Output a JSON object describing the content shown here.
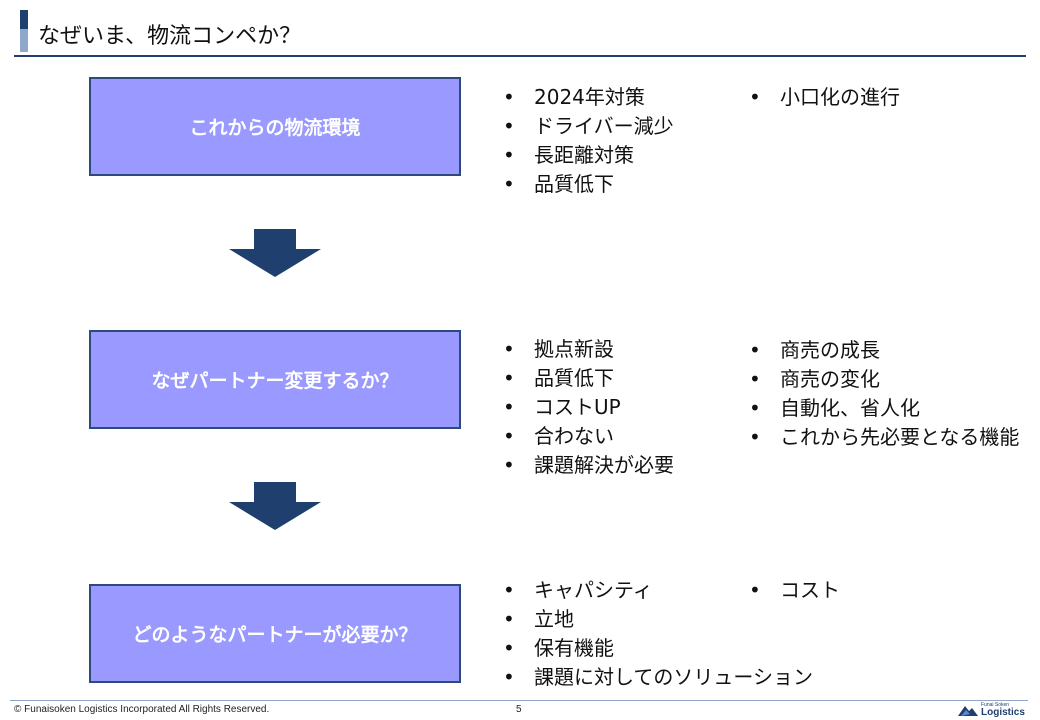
{
  "title": "なぜいま、物流コンペか？",
  "sections": [
    {
      "label": "これからの物流環境",
      "col1": [
        "2024年対策",
        "ドライバー減少",
        "長距離対策",
        "品質低下"
      ],
      "col2": [
        "小口化の進行"
      ]
    },
    {
      "label": "なぜパートナー変更するか？",
      "col1": [
        "拠点新設",
        "品質低下",
        "コストUP",
        "合わない",
        "課題解決が必要"
      ],
      "col2": [
        "商売の成長",
        "商売の変化",
        "自動化、省人化",
        "これから先必要となる機能"
      ]
    },
    {
      "label": "どのようなパートナーが必要か？",
      "col1": [
        "キャパシティ",
        "立地",
        "保有機能",
        "課題に対してのソリューション"
      ],
      "col2": [
        "コスト"
      ]
    }
  ],
  "footer": {
    "copyright": "© Funaisoken Logistics Incorporated All Rights Reserved.",
    "page": "5",
    "logo_small": "Funai Soken",
    "logo_big": "Logistics"
  },
  "colors": {
    "box_fill": "#9999ff",
    "box_border": "#2e4a7a",
    "arrow": "#1f3f6e",
    "accent": "#1f3f6e"
  }
}
